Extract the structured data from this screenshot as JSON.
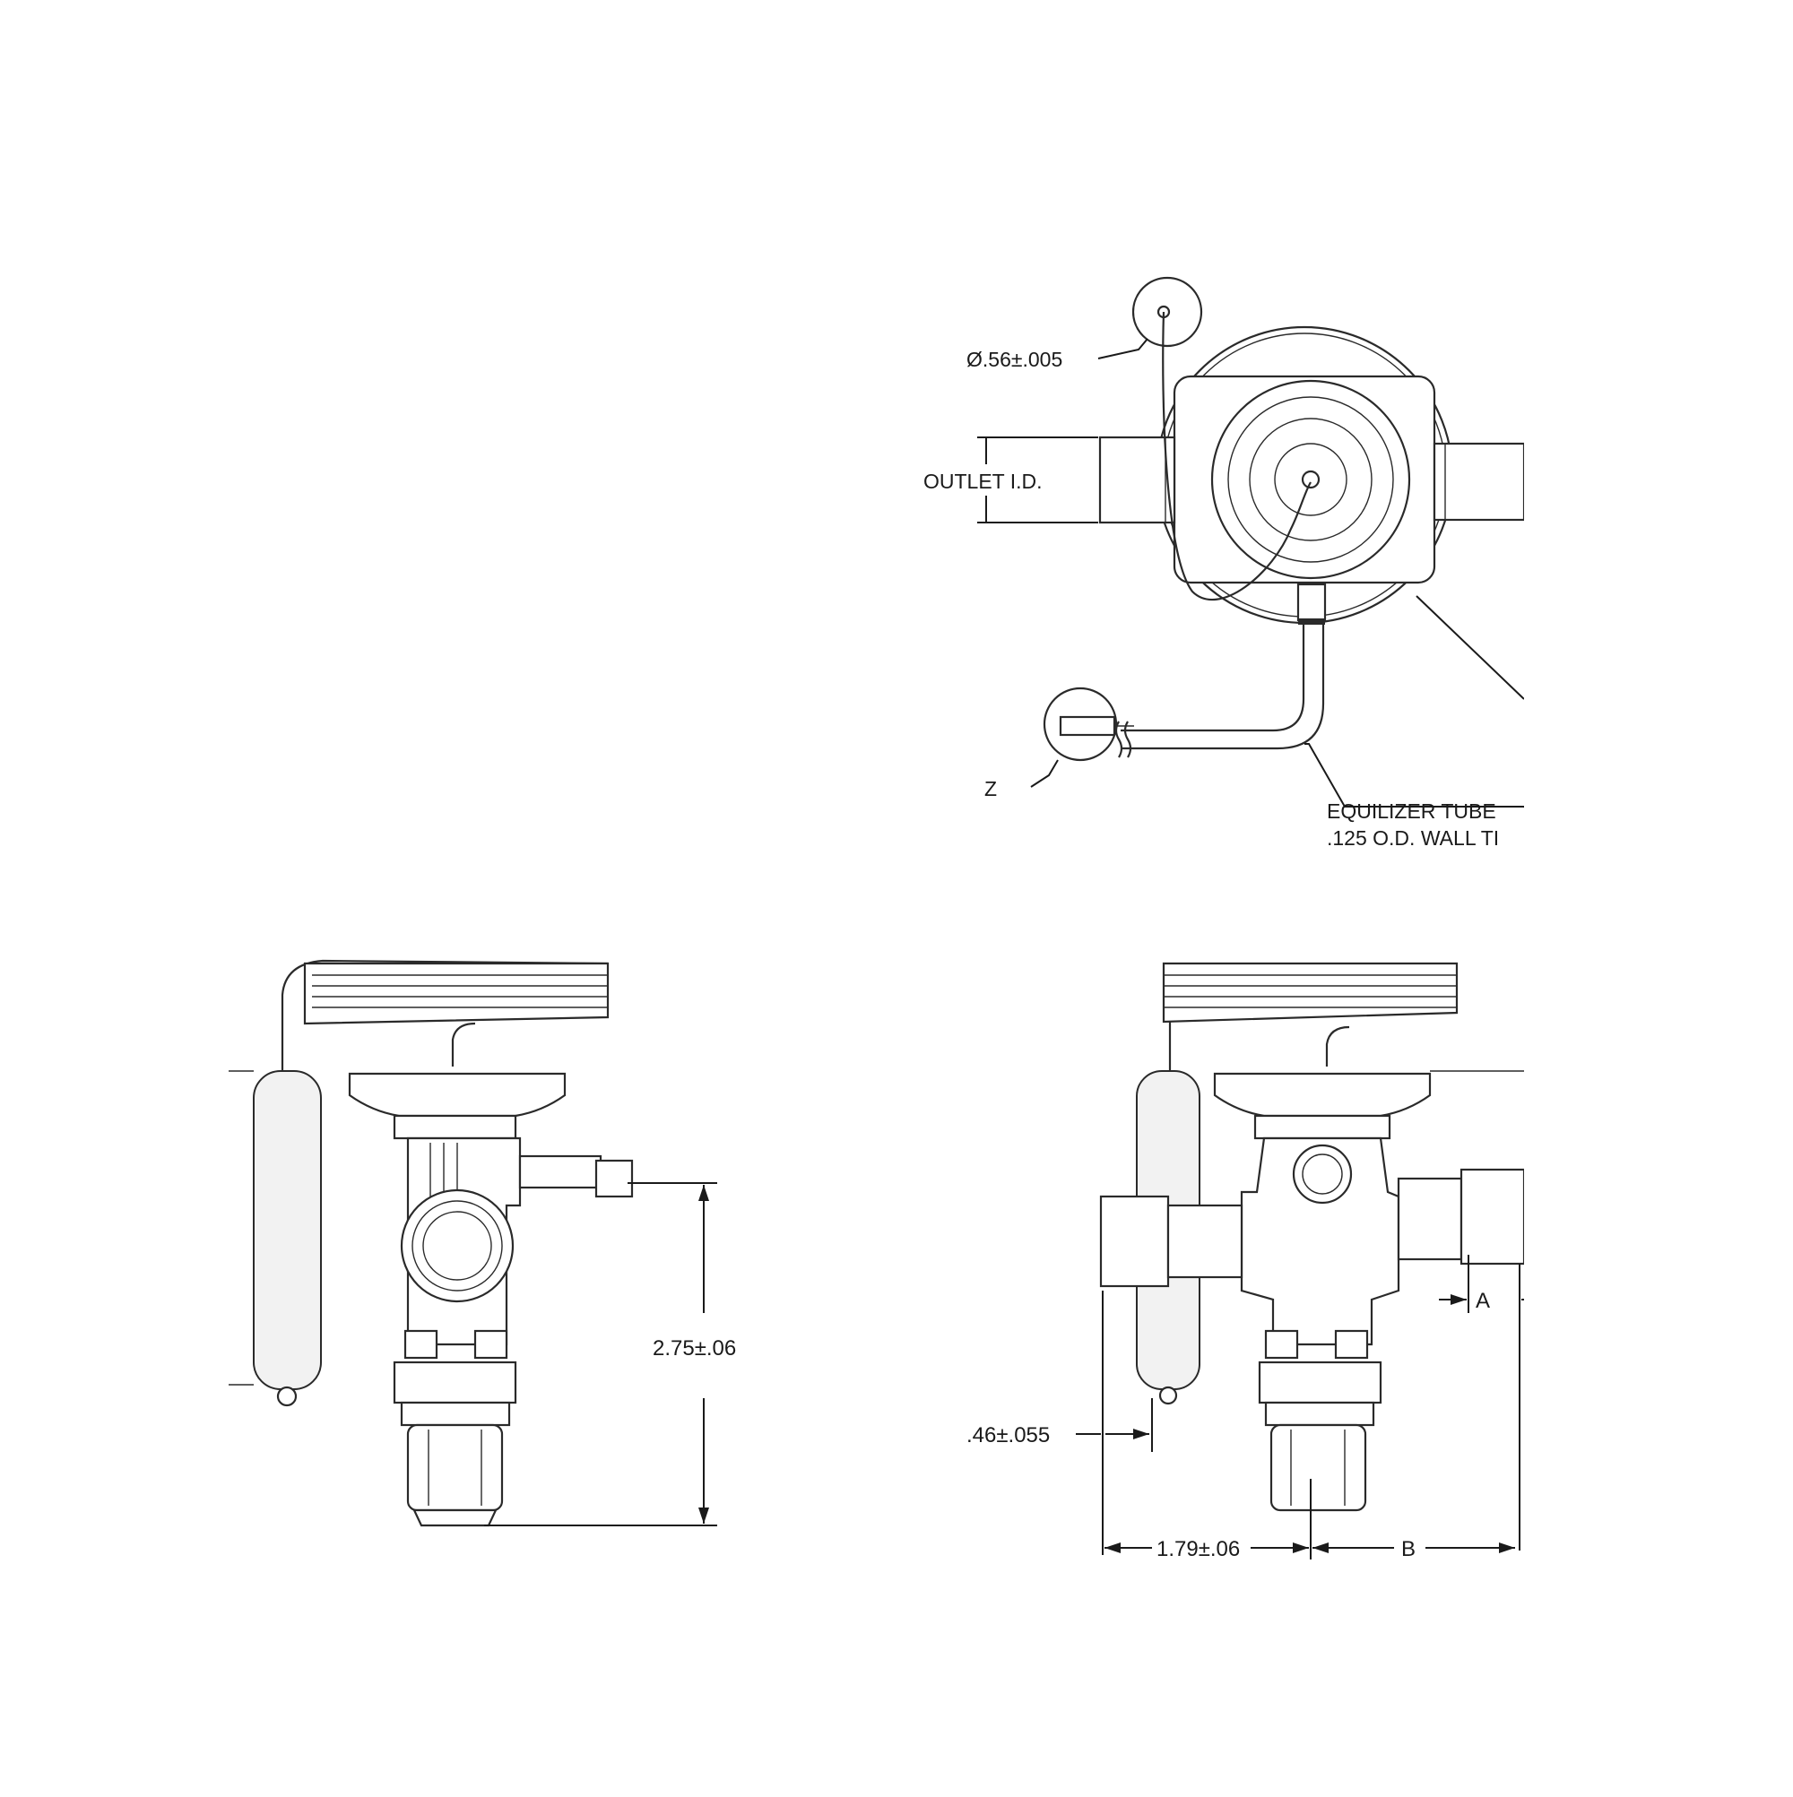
{
  "callouts": {
    "bulb_diameter": "Ø.56±.005",
    "outlet_id": "OUTLET I.D.",
    "z_label": "Z",
    "equalizer_line1": "EQUILIZER TUBE",
    "equalizer_line2": ".125 O.D. WALL TI"
  },
  "dimensions": {
    "height": "2.75±.06",
    "offset": ".46±.055",
    "width_left": "1.79±.06",
    "width_b": "B",
    "width_a": "A"
  },
  "colors": {
    "line": "#2a2a2a",
    "background": "#ffffff"
  }
}
